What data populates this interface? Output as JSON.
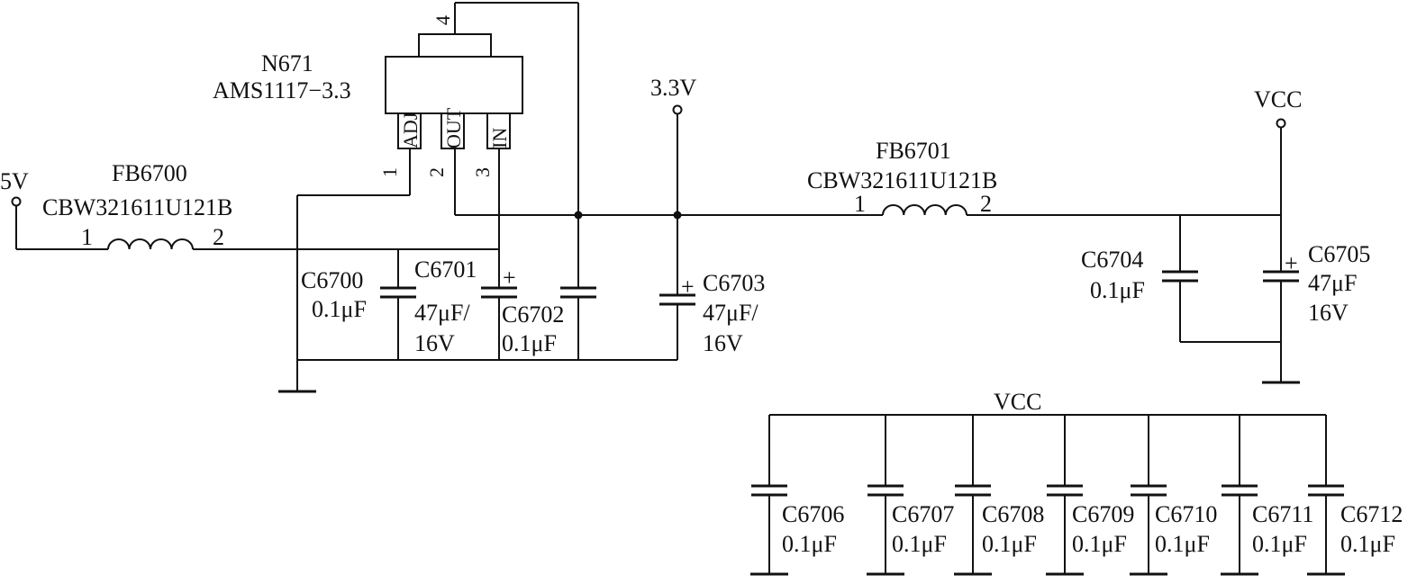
{
  "regulator": {
    "ref": "N671",
    "part": "AMS1117−3.3",
    "pins": {
      "adj": "ADJ",
      "out": "OUT",
      "in": "IN"
    },
    "pin_numbers": {
      "p1": "1",
      "p2": "2",
      "p3": "3",
      "p4": "4"
    }
  },
  "nets": {
    "v5": "5V",
    "v33": "3.3V",
    "vcc_right": "VCC",
    "vcc_bus": "VCC"
  },
  "fb6700": {
    "ref": "FB6700",
    "part": "CBW321611U121B",
    "pin1": "1",
    "pin2": "2"
  },
  "fb6701": {
    "ref": "FB6701",
    "part": "CBW321611U121B",
    "pin1": "1",
    "pin2": "2"
  },
  "caps": {
    "c6700": {
      "ref": "C6700",
      "value": "0.1μF"
    },
    "c6701": {
      "ref": "C6701",
      "value1": "47μF/",
      "value2": "16V"
    },
    "c6702": {
      "ref": "C6702",
      "value": "0.1μF"
    },
    "c6703": {
      "ref": "C6703",
      "value1": "47μF/",
      "value2": "16V"
    },
    "c6704": {
      "ref": "C6704",
      "value": "0.1μF"
    },
    "c6705": {
      "ref": "C6705",
      "value1": "47μF",
      "value2": "16V"
    }
  },
  "polarity": "+",
  "bank": [
    {
      "ref": "C6706",
      "value": "0.1μF"
    },
    {
      "ref": "C6707",
      "value": "0.1μF"
    },
    {
      "ref": "C6708",
      "value": "0.1μF"
    },
    {
      "ref": "C6709",
      "value": "0.1μF"
    },
    {
      "ref": "C6710",
      "value": "0.1μF"
    },
    {
      "ref": "C6711",
      "value": "0.1μF"
    },
    {
      "ref": "C6712",
      "value": "0.1μF"
    }
  ]
}
